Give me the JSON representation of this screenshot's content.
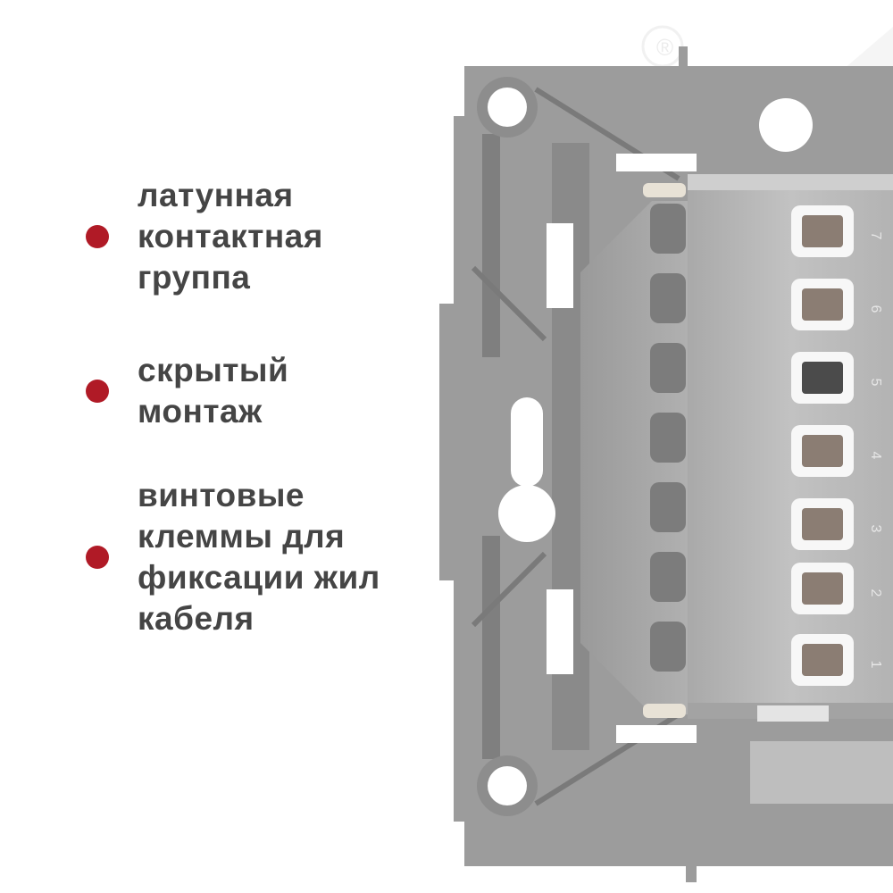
{
  "colors": {
    "bullet": "#b01a26",
    "text": "#454545",
    "background": "#ffffff",
    "frame": "#9c9c9c",
    "module": "#b7b7b7"
  },
  "features": [
    {
      "lines": [
        "латунная",
        "контактная",
        "группа"
      ]
    },
    {
      "lines": [
        "скрытый",
        "монтаж"
      ]
    },
    {
      "lines": [
        "винтовые",
        "клеммы для",
        "фиксации жил",
        "кабеля"
      ]
    }
  ],
  "terminal_numbers": [
    "7",
    "6",
    "5",
    "4",
    "3",
    "2",
    "1"
  ],
  "trademark_symbol": "®"
}
